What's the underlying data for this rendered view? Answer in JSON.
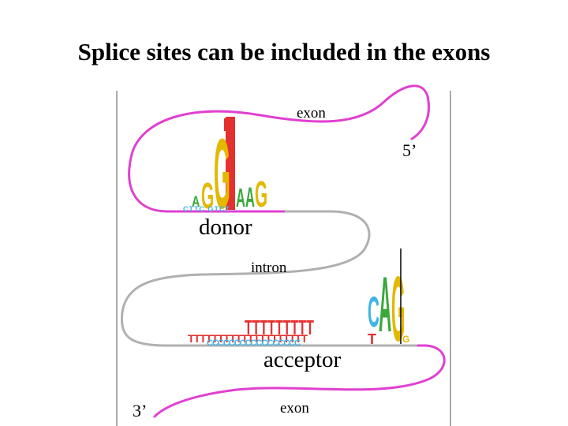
{
  "title": "Splice sites can be included in the exons",
  "labels": {
    "exon_top": "exon",
    "five_prime": "5’",
    "donor": "donor",
    "intron": "intron",
    "acceptor": "acceptor",
    "three_prime": "3’",
    "exon_bottom": "exon"
  },
  "colors": {
    "exon_strand": "#e040d0",
    "intron_strand": "#b0b0b0",
    "A": "#3aa83a",
    "C": "#40b4e6",
    "G": "#e3b800",
    "T": "#e53030"
  }
}
